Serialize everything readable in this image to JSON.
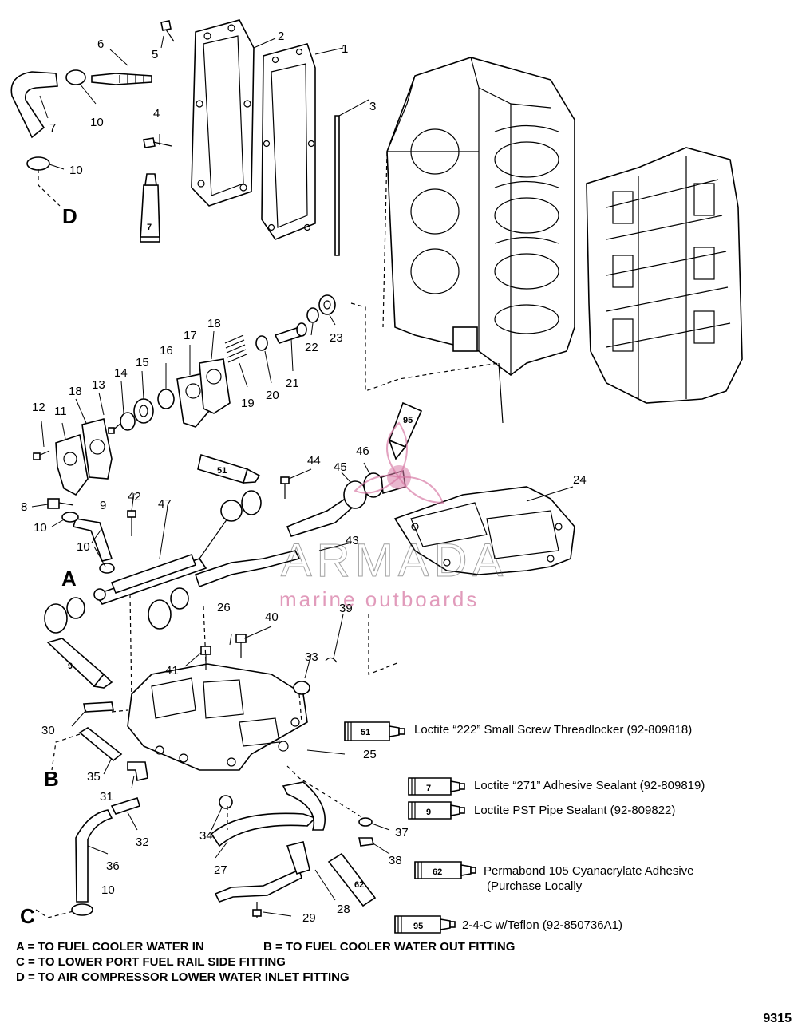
{
  "callouts": [
    {
      "id": "c1",
      "label": "1"
    },
    {
      "id": "c2",
      "label": "2"
    },
    {
      "id": "c3",
      "label": "3"
    },
    {
      "id": "c4",
      "label": "4"
    },
    {
      "id": "c5",
      "label": "5"
    },
    {
      "id": "c6",
      "label": "6"
    },
    {
      "id": "c7a",
      "label": "7"
    },
    {
      "id": "c8",
      "label": "8"
    },
    {
      "id": "c9",
      "label": "9"
    },
    {
      "id": "c10a",
      "label": "10"
    },
    {
      "id": "c10b",
      "label": "10"
    },
    {
      "id": "c10c",
      "label": "10"
    },
    {
      "id": "c10d",
      "label": "10"
    },
    {
      "id": "c10e",
      "label": "10"
    },
    {
      "id": "c11",
      "label": "11"
    },
    {
      "id": "c12",
      "label": "12"
    },
    {
      "id": "c13",
      "label": "13"
    },
    {
      "id": "c14",
      "label": "14"
    },
    {
      "id": "c15",
      "label": "15"
    },
    {
      "id": "c16",
      "label": "16"
    },
    {
      "id": "c17",
      "label": "17"
    },
    {
      "id": "c18a",
      "label": "18"
    },
    {
      "id": "c18b",
      "label": "18"
    },
    {
      "id": "c19",
      "label": "19"
    },
    {
      "id": "c20",
      "label": "20"
    },
    {
      "id": "c21",
      "label": "21"
    },
    {
      "id": "c22",
      "label": "22"
    },
    {
      "id": "c23",
      "label": "23"
    },
    {
      "id": "c24",
      "label": "24"
    },
    {
      "id": "c25",
      "label": "25"
    },
    {
      "id": "c26",
      "label": "26"
    },
    {
      "id": "c27",
      "label": "27"
    },
    {
      "id": "c28",
      "label": "28"
    },
    {
      "id": "c29",
      "label": "29"
    },
    {
      "id": "c30",
      "label": "30"
    },
    {
      "id": "c31",
      "label": "31"
    },
    {
      "id": "c32",
      "label": "32"
    },
    {
      "id": "c33",
      "label": "33"
    },
    {
      "id": "c34",
      "label": "34"
    },
    {
      "id": "c35",
      "label": "35"
    },
    {
      "id": "c36",
      "label": "36"
    },
    {
      "id": "c37",
      "label": "37"
    },
    {
      "id": "c38",
      "label": "38"
    },
    {
      "id": "c39",
      "label": "39"
    },
    {
      "id": "c40",
      "label": "40"
    },
    {
      "id": "c41",
      "label": "41"
    },
    {
      "id": "c42",
      "label": "42"
    },
    {
      "id": "c43",
      "label": "43"
    },
    {
      "id": "c44",
      "label": "44"
    },
    {
      "id": "c45",
      "label": "45"
    },
    {
      "id": "c46",
      "label": "46"
    },
    {
      "id": "c47",
      "label": "47"
    }
  ],
  "connection_letters": {
    "a": "A",
    "b": "B",
    "c": "C",
    "d": "D"
  },
  "tube_labels": {
    "t7": "7",
    "t9": "9",
    "t51": "51",
    "t62": "62",
    "t95": "95"
  },
  "legend": [
    {
      "code": "51",
      "text": "Loctite “222” Small Screw Threadlocker  (92-809818)"
    },
    {
      "code": "7",
      "text": "Loctite “271” Adhesive Sealant (92-809819)"
    },
    {
      "code": "9",
      "text": "Loctite PST Pipe Sealant (92-809822)"
    },
    {
      "code": "62",
      "text": "Permabond 105 Cyanacrylate Adhesive",
      "text2": "(Purchase Locally"
    },
    {
      "code": "95",
      "text": "2-4-C w/Teflon (92-850736A1)"
    }
  ],
  "notes": {
    "line1a": "A = TO FUEL COOLER WATER IN",
    "line1b": "B =  TO FUEL COOLER WATER OUT FITTING",
    "line2": "C = TO LOWER PORT FUEL RAIL SIDE FITTING",
    "line3": "D = TO AIR COMPRESSOR LOWER WATER INLET FITTING"
  },
  "figure_number": "9315",
  "watermark": {
    "brand": "ARMADA",
    "tagline": "marine outboards"
  },
  "colors": {
    "line": "#000000",
    "background": "#ffffff",
    "watermark_pink": "#d77aa5"
  }
}
